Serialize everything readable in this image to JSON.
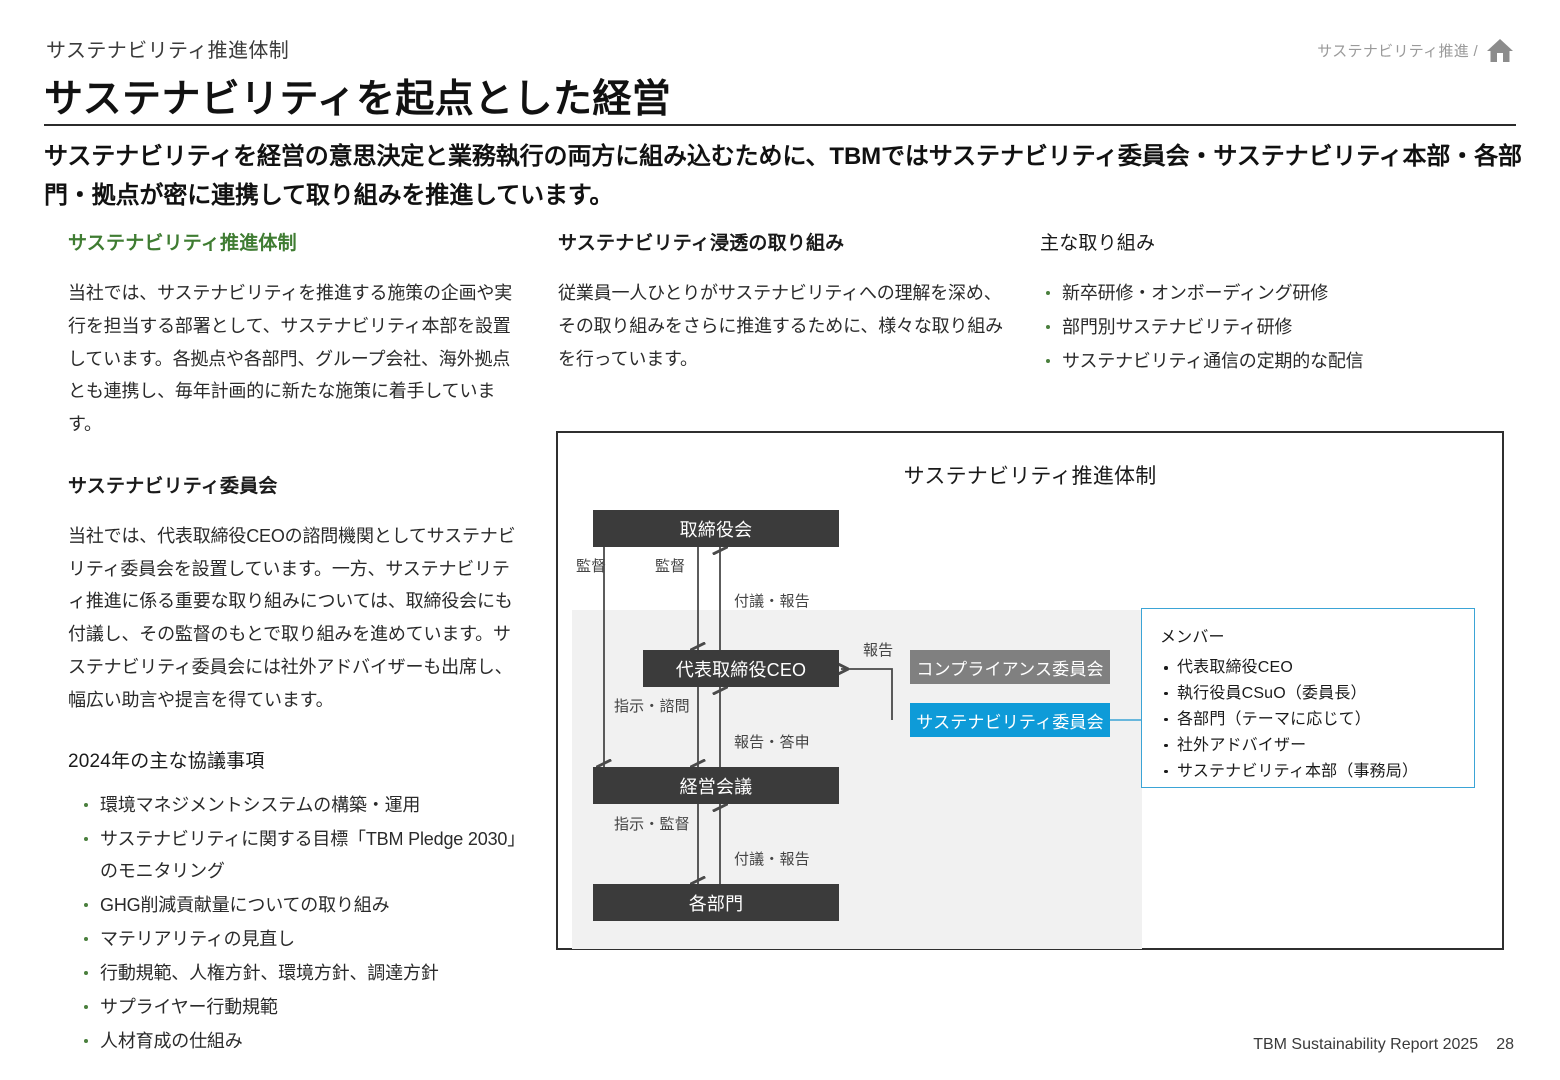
{
  "header": {
    "kicker": "サステナビリティ推進体制",
    "title": "サステナビリティを起点とした経営",
    "breadcrumb_text": "サステナビリティ推進 /",
    "home_icon": "home-icon"
  },
  "lead": "サステナビリティを経営の意思決定と業務執行の両方に組み込むために、TBMではサステナビリティ委員会・サステナビリティ本部・各部門・拠点が密に連携して取り組みを推進しています。",
  "columns": {
    "col1": {
      "heading": "サステナビリティ推進体制",
      "paragraph": "当社では、サステナビリティを推進する施策の企画や実行を担当する部署として、サステナビリティ本部を設置しています。各拠点や各部門、グループ会社、海外拠点とも連携し、毎年計画的に新たな施策に着手しています。",
      "subheading": "サステナビリティ委員会",
      "paragraph2": "当社では、代表取締役CEOの諮問機関としてサステナビリティ委員会を設置しています。一方、サステナビリティ推進に係る重要な取り組みについては、取締役会にも付議し、その監督のもとで取り組みを進めています。サステナビリティ委員会には社外アドバイザーも出席し、幅広い助言や提言を得ています。",
      "list_heading": "2024年の主な協議事項",
      "items": [
        "環境マネジメントシステムの構築・運用",
        "サステナビリティに関する目標「TBM Pledge 2030」のモニタリング",
        "GHG削減貢献量についての取り組み",
        "マテリアリティの見直し",
        "行動規範、人権方針、環境方針、調達方針",
        "サプライヤー行動規範",
        "人材育成の仕組み"
      ]
    },
    "col2": {
      "heading": "サステナビリティ浸透の取り組み",
      "paragraph": "従業員一人ひとりがサステナビリティへの理解を深め、その取り組みをさらに推進するために、様々な取り組みを行っています。"
    },
    "col3": {
      "heading": "主な取り組み",
      "items": [
        "新卒研修・オンボーディング研修",
        "部門別サステナビリティ研修",
        "サステナビリティ通信の定期的な配信"
      ]
    }
  },
  "diagram": {
    "title": "サステナビリティ推進体制",
    "nodes": {
      "board": "取締役会",
      "ceo": "代表取締役CEO",
      "management_meeting": "経営会議",
      "departments": "各部門",
      "compliance_committee": "コンプライアンス委員会",
      "sustainability_committee": "サステナビリティ委員会"
    },
    "labels": {
      "supervise_left": "監督",
      "supervise_right": "監督",
      "submit_report_top": "付議・報告",
      "instruct_consult": "指示・諮問",
      "report_answer": "報告・答申",
      "instruct_supervise": "指示・監督",
      "submit_report_bottom": "付議・報告",
      "report": "報告"
    },
    "colors": {
      "node_dark": "#3b3b3b",
      "node_gray": "#808080",
      "node_blue": "#0e9bd8",
      "panel": "#f1f1f1"
    }
  },
  "member_box": {
    "title": "メンバー",
    "items": [
      "代表取締役CEO",
      "執行役員CSuO（委員長）",
      "各部門（テーマに応じて）",
      "社外アドバイザー",
      "サステナビリティ本部（事務局）"
    ]
  },
  "footer": {
    "report_name": "TBM Sustainability Report 2025",
    "page_number": "28"
  }
}
